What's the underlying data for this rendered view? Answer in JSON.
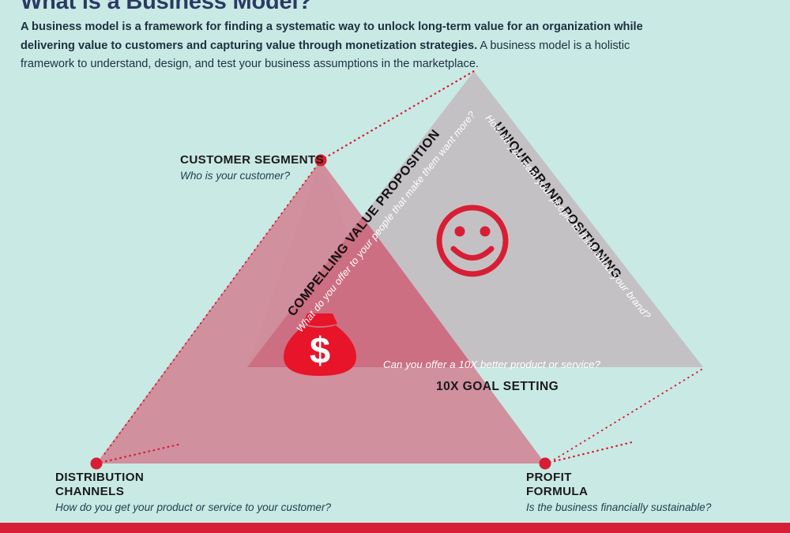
{
  "header": {
    "title": "What is a Business Model?",
    "intro_bold": "A business model is a framework for finding a systematic way to unlock long-term value for an organization while delivering value to customers and capturing value through monetization strategies.",
    "intro_rest": " A business model is a holistic framework to understand, design, and test your business assumptions in the marketplace."
  },
  "diagram": {
    "type": "triangle-framework",
    "nodes": [
      {
        "id": "customer-segments",
        "label": "CUSTOMER SEGMENTS",
        "question": "Who is your customer?",
        "vertex": "top-left-apex"
      },
      {
        "id": "distribution-channels",
        "label": "DISTRIBUTION\nCHANNELS",
        "label_line1": "DISTRIBUTION",
        "label_line2": "CHANNELS",
        "question": "How do you get your product or service to your customer?",
        "vertex": "bottom-left"
      },
      {
        "id": "profit-formula",
        "label_line1": "PROFIT",
        "label_line2": "FORMULA",
        "question": "Is the business financially sustainable?",
        "vertex": "bottom-right"
      }
    ],
    "edges": [
      {
        "id": "compelling-value-proposition",
        "label": "COMPELLING VALUE PROPOSITION",
        "question": "What do you offer to your people that make them want more?"
      },
      {
        "id": "unique-brand-positioning",
        "label": "UNIQUE BRAND POSITIONING",
        "question": "How do you want your people to think about your brand?"
      },
      {
        "id": "10x-goal-setting",
        "label": "10X GOAL SETTING",
        "question": "Can you offer a 10X better product or service?"
      }
    ],
    "icons": [
      {
        "id": "smiley",
        "name": "smiley-face-icon",
        "region": "unique-brand-positioning"
      },
      {
        "id": "money-bag",
        "name": "money-bag-icon",
        "symbol": "$",
        "region": "compelling-value-proposition"
      }
    ]
  },
  "colors": {
    "background": "#c9e9e4",
    "accent_red": "#d81e34",
    "rose_light": "#dd9aa6",
    "rose_mid": "#d08c9b",
    "rose_deep": "#cc6f82",
    "gray": "#c4c1c4",
    "title_navy": "#2b3a63",
    "bottom_bar": "#d81e34"
  }
}
